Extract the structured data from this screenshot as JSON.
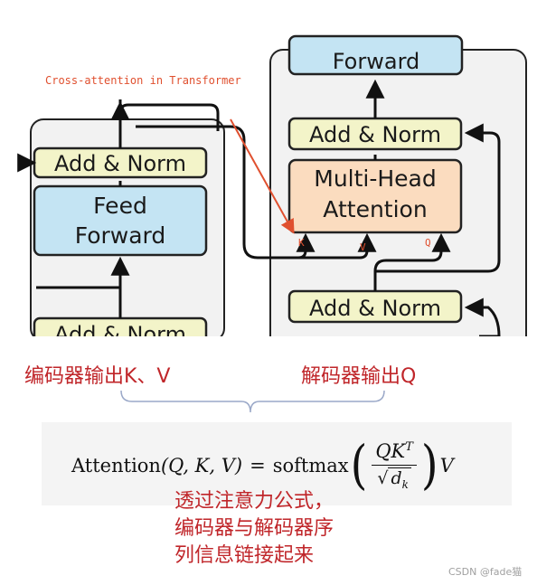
{
  "diagram": {
    "title_annotation": "Cross-attention in Transformer",
    "encoder": {
      "add_norm_top": "Add & Norm",
      "feed_forward": [
        "Feed",
        "Forward"
      ],
      "add_norm_bottom": "Add & Norm"
    },
    "decoder": {
      "forward_top": "Forward",
      "add_norm_top": "Add & Norm",
      "multi_head": [
        "Multi-Head",
        "Attention"
      ],
      "input_labels": [
        "K",
        "V",
        "Q"
      ],
      "add_norm_bottom": "Add & Norm"
    },
    "colors": {
      "add_norm_fill": "#f3f4c9",
      "feed_forward_fill": "#c4e4f3",
      "attention_fill": "#fbdcbf",
      "panel_fill": "#f2f2f2",
      "annotation": "#e0502f"
    }
  },
  "captions": {
    "left": "编码器输出K、V",
    "right": "解码器输出Q"
  },
  "formula": {
    "lhs": "Attention",
    "args": "(Q, K, V)",
    "equals": "=",
    "fn": "softmax",
    "numerator": "QK",
    "numerator_sup": "T",
    "denominator_sub": "k",
    "denominator_var": "d",
    "rhs": "V"
  },
  "note": {
    "lines": [
      "透过注意力公式，",
      "编码器与解码器序",
      "列信息链接起来"
    ]
  },
  "watermark": "CSDN @fade猫"
}
